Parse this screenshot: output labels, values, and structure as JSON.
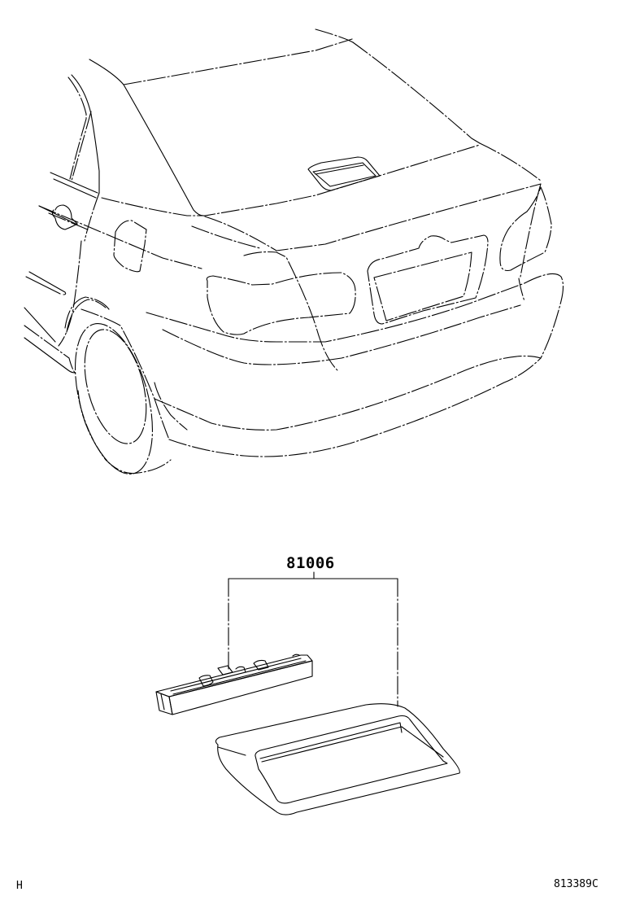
{
  "diagram": {
    "type": "parts-exploded-view",
    "subject": "vehicle rear with high mount stop lamp",
    "callouts": [
      {
        "part_number": "81006",
        "points_to": [
          "high-mount-stop-lamp-assembly",
          "high-mount-stop-lamp-cover"
        ]
      }
    ],
    "footer": {
      "left_code": "H",
      "illustration_code": "813389C"
    }
  }
}
